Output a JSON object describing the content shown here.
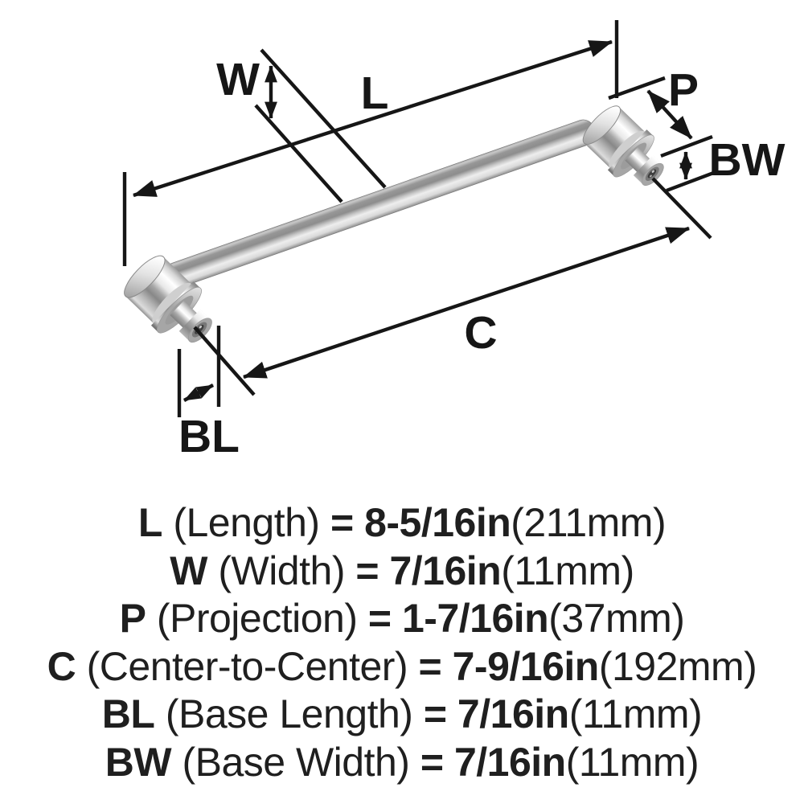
{
  "diagram": {
    "dim_labels": {
      "W": "W",
      "L": "L",
      "P": "P",
      "BW": "BW",
      "C": "C",
      "BL": "BL"
    },
    "subject": "bar cabinet pull, polished chrome, two round mounting posts"
  },
  "specs": [
    {
      "abbr": "L",
      "name": "(Length)",
      "value": "= 8-5/16in",
      "metric": "(211mm)"
    },
    {
      "abbr": "W",
      "name": "(Width)",
      "value": "= 7/16in",
      "metric": "(11mm)"
    },
    {
      "abbr": "P",
      "name": "(Projection)",
      "value": "= 1-7/16in",
      "metric": "(37mm)"
    },
    {
      "abbr": "C",
      "name": "(Center-to-Center)",
      "value": "= 7-9/16in",
      "metric": "(192mm)"
    },
    {
      "abbr": "BL",
      "name": "(Base Length)",
      "value": "= 7/16in",
      "metric": "(11mm)"
    },
    {
      "abbr": "BW",
      "name": "(Base Width)",
      "value": "= 7/16in",
      "metric": "(11mm)"
    }
  ],
  "colors": {
    "ink": "#161616",
    "background": "#ffffff",
    "metal_highlight": "#ffffff",
    "metal_light": "#e8e8e8",
    "metal_mid": "#a5a5a5",
    "metal_dark": "#6d6d6d"
  }
}
